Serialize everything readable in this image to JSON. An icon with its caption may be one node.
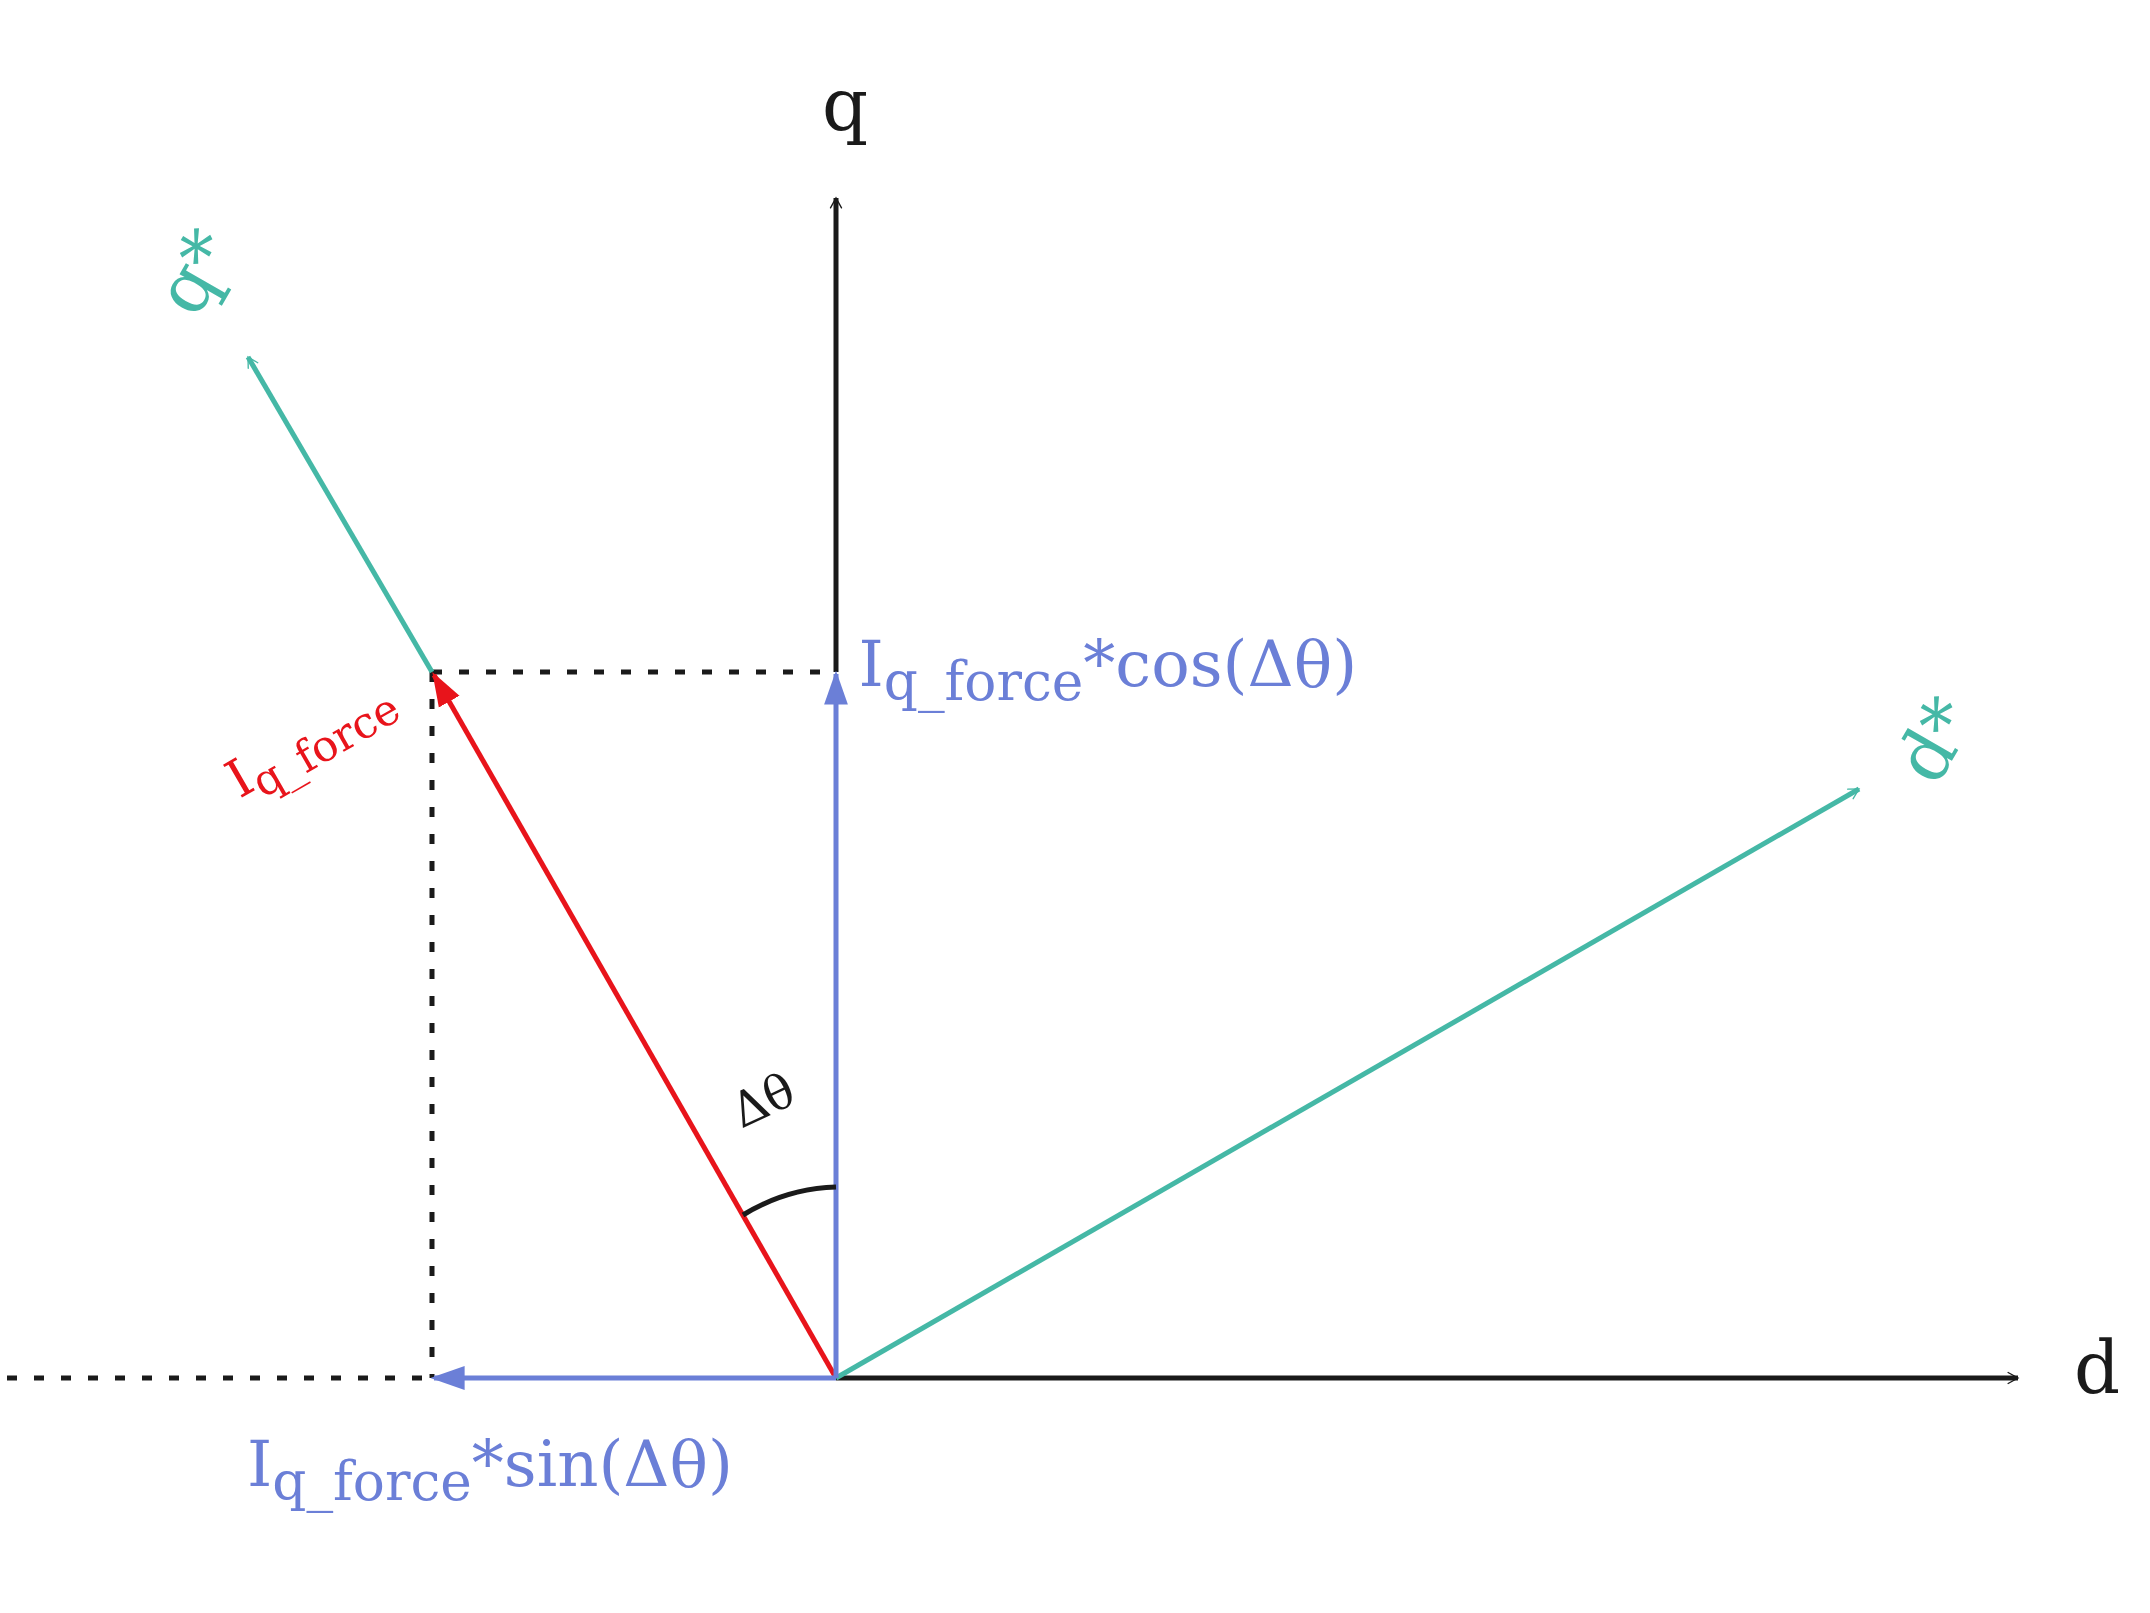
{
  "diagram": {
    "labels": [
      "q",
      "q*",
      "I$_{q_force}$",
      "I$_{q_force}$*cos(Δθ)",
      "d*",
      "Δθ",
      "d",
      "I$_{q_force}$*sin(Δθ)"
    ]
  }
}
